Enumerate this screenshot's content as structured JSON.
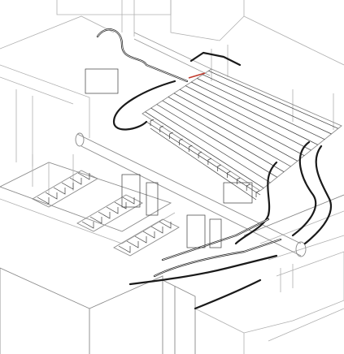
{
  "drawing": {
    "style": "isometric-line-drawing",
    "subject": "",
    "colors": {
      "background": "#ffffff",
      "structure": "#b0b0b0",
      "cable": "#1a1a1a",
      "accent": "#c0392b"
    },
    "cable_tray_rows": 12,
    "rack_units": 3
  }
}
